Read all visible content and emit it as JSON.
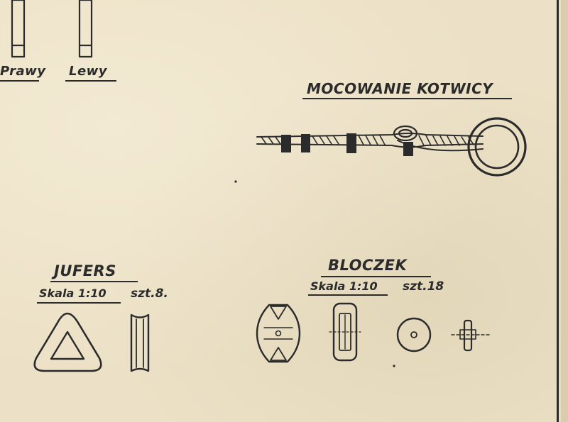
{
  "labels": {
    "prawy": "Prawy",
    "lewy": "Lewy",
    "mocowanie": "MOCOWANIE KOTWICY",
    "jufers": "JUFERS",
    "jufers_skala": "Skala 1:10",
    "jufers_szt": "szt.8.",
    "bloczek": "BLOCZEK",
    "bloczek_skala": "Skala 1:10",
    "bloczek_szt": "szt.18"
  }
}
